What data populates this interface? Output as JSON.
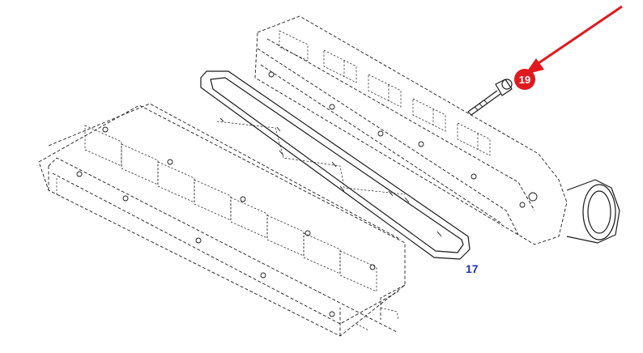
{
  "diagram": {
    "parts": [
      {
        "id": "cylinder-head",
        "label": ""
      },
      {
        "id": "gasket",
        "label": "17"
      },
      {
        "id": "intake-manifold",
        "label": ""
      },
      {
        "id": "stud-bolt",
        "label": "19"
      }
    ],
    "callout_color": "#1f2fb8",
    "highlight_color": "#e0191e",
    "arrow_color": "#e0191e"
  }
}
